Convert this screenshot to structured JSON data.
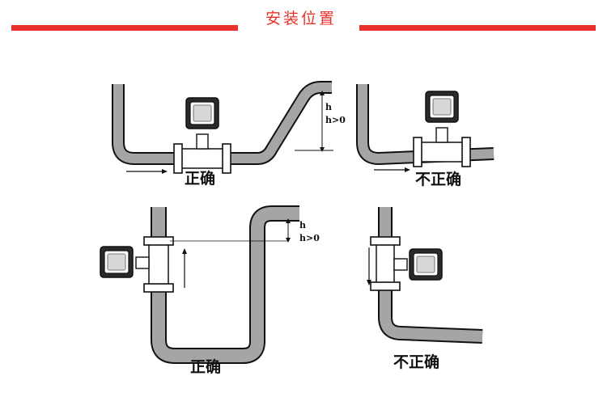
{
  "header": {
    "title": "安装位置",
    "accent_color": "#e8312a"
  },
  "diagrams": [
    {
      "id": "d1",
      "caption": "正确",
      "h_label": "h",
      "h_cond": "h>0",
      "icon": "flowmeter-icon"
    },
    {
      "id": "d2",
      "caption": "不正确",
      "icon": "flowmeter-icon"
    },
    {
      "id": "d3",
      "caption": "正确",
      "h_label": "h",
      "h_cond": "h>0",
      "icon": "flowmeter-icon"
    },
    {
      "id": "d4",
      "caption": "不正确",
      "icon": "flowmeter-icon"
    }
  ],
  "colors": {
    "pipe_fill": "#a5a5a5",
    "pipe_outline": "#111111",
    "flange": "#ffffff"
  }
}
